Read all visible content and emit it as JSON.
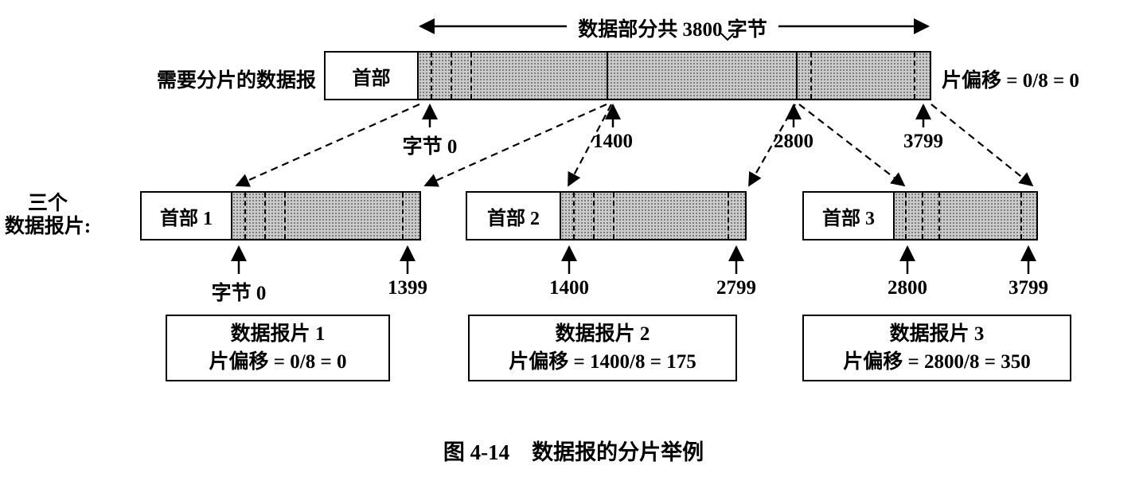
{
  "figure": {
    "caption_number": "图 4-14",
    "caption_title": "数据报的分片举例"
  },
  "original_datagram": {
    "label": "需要分片的数据报",
    "header_label": "首部",
    "data_span_label": "数据部分共 3800 字节",
    "offset_label": "片偏移 = 0/8 = 0",
    "byte_markers": [
      "字节 0",
      "1400",
      "2800",
      "3799"
    ]
  },
  "fragments_label_line1": "三个",
  "fragments_label_line2": "数据报片:",
  "fragments": [
    {
      "header_label": "首部 1",
      "start_marker": "字节 0",
      "end_marker": "1399",
      "title": "数据报片 1",
      "offset_formula": "片偏移 = 0/8 = 0"
    },
    {
      "header_label": "首部 2",
      "start_marker": "1400",
      "end_marker": "2799",
      "title": "数据报片 2",
      "offset_formula": "片偏移 = 1400/8 = 175"
    },
    {
      "header_label": "首部 3",
      "start_marker": "2800",
      "end_marker": "3799",
      "title": "数据报片 3",
      "offset_formula": "片偏移 = 2800/8 = 350"
    }
  ]
}
